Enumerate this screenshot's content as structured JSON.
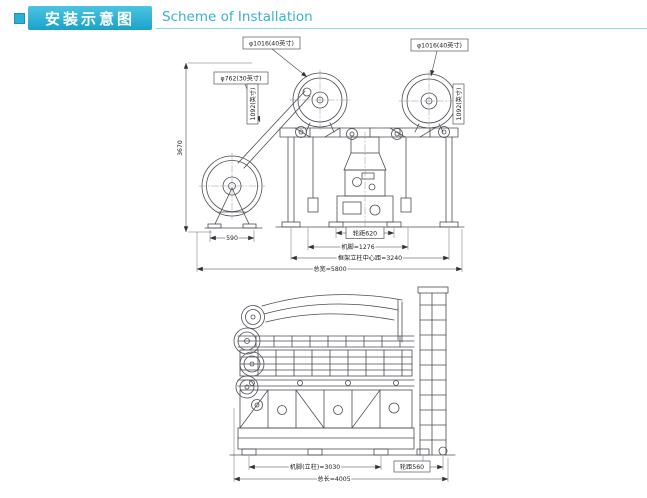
{
  "header": {
    "title_zh": "安装示意图",
    "title_en": "Scheme of Installation"
  },
  "colors": {
    "accent": "#2bb0d5",
    "drawing_line": "#4d4d55"
  },
  "front_view": {
    "labels": {
      "beam_1016_left": "φ1016(40英寸)",
      "beam_1016_right": "φ1016(40英寸)",
      "beam_762": "φ762(30英寸)",
      "height": "3670",
      "flange_left": "1092(英寸)",
      "flange_right": "1092(英寸)",
      "stand_width": "590",
      "wheel_track": "轮距620",
      "foot": "机脚=1276",
      "column_span": "框架立柱中心距=3240",
      "total_width": "总宽=5800"
    }
  },
  "side_view": {
    "labels": {
      "foot_span": "机脚(立柱)=3030",
      "wheel_track": "轮距560",
      "total_length": "总长=4005"
    }
  }
}
